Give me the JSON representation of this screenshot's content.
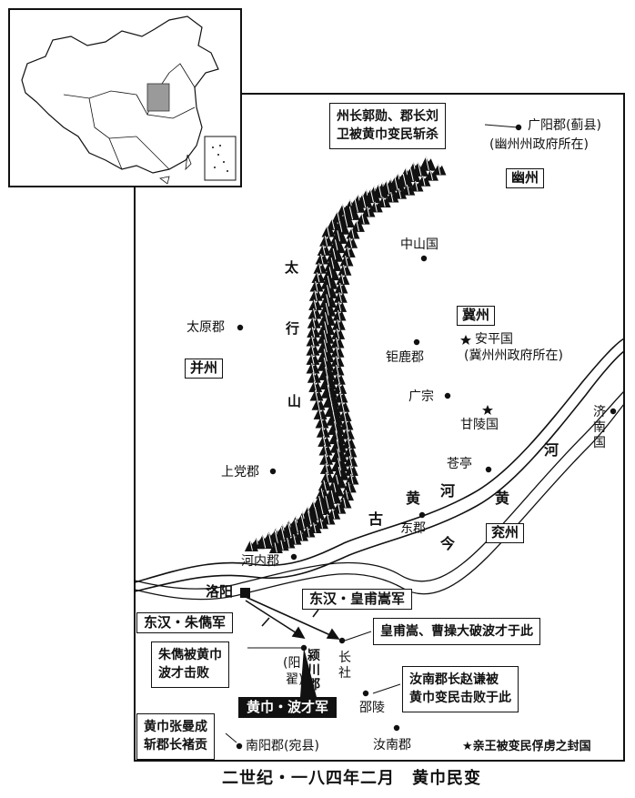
{
  "title": "二世纪・一八四年二月　黄巾民变",
  "legend": "★亲王被变民俘虏之封国",
  "regions": {
    "youzhou": "幽州",
    "jizhou": "冀州",
    "bingzhou": "并州",
    "yanzhou": "兖州"
  },
  "mountain": [
    "太",
    "行",
    "山"
  ],
  "rivers": {
    "ancient_yellow": [
      "古",
      "黄",
      "河"
    ],
    "modern_yellow": [
      "今",
      "黄",
      "河"
    ]
  },
  "places": {
    "guangyang": "广阳郡(蓟县)",
    "guangyang_sub": "(幽州州政府所在)",
    "zhongshan": "中山国",
    "taiyuan": "太原郡",
    "julu": "钜鹿郡",
    "anping": "安平国",
    "anping_sub": "(冀州州政府所在)",
    "guangzong": "广宗",
    "ganling": "甘陵国",
    "jinan": [
      "济",
      "南",
      "国"
    ],
    "shangdang": "上党郡",
    "cangting": "苍亭",
    "dongjun": "东郡",
    "henei": "河内郡",
    "luoyang": "洛阳",
    "yingchuan": [
      "颍",
      "川",
      "郡"
    ],
    "yangzhai": [
      "(阳",
      "翟)"
    ],
    "changshe": [
      "长",
      "社"
    ],
    "shaoling": "邵陵",
    "runan": "汝南郡",
    "nanyang": "南阳郡(宛县)"
  },
  "notes": {
    "youzhou_event": [
      "州长郭勋、郡长刘",
      "卫被黄巾变民斩杀"
    ],
    "changshe_event": "皇甫嵩、曹操大破波才于此",
    "zhujun_defeat": [
      "朱儁被黄巾",
      "波才击败"
    ],
    "runan_event": [
      "汝南郡长赵谦被",
      "黄巾变民击败于此"
    ],
    "nanyang_event": [
      "黄巾张曼成",
      "斩郡长褚贡"
    ]
  },
  "armies": {
    "huangfu": "东汉・皇甫嵩军",
    "zhujun": "东汉・朱儁军",
    "bocai": "黄巾・波才军"
  }
}
